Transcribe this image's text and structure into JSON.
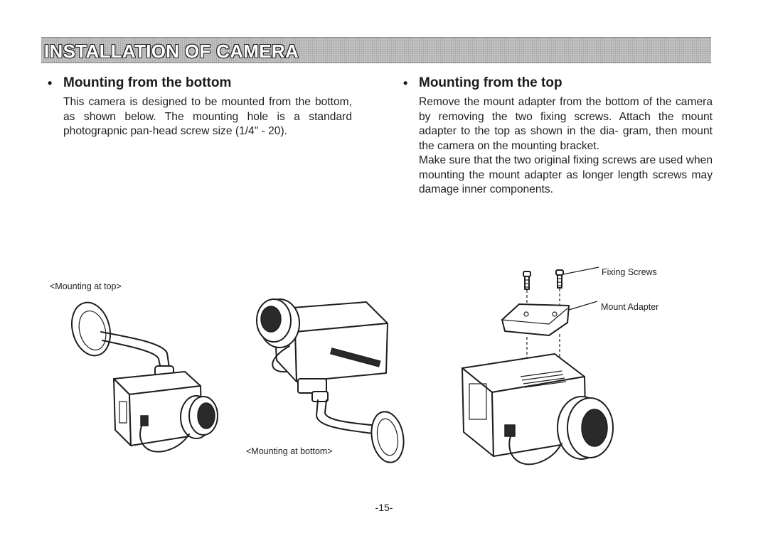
{
  "header": {
    "title": "INSTALLATION OF CAMERA"
  },
  "left_section": {
    "bullet": "•",
    "heading": "Mounting from the bottom",
    "paragraph": "This camera is designed to be mounted from the bottom, as shown below. The mounting hole is a standard photograpnic pan-head screw size (1/4\" - 20)."
  },
  "right_section": {
    "bullet": "•",
    "heading": "Mounting from the top",
    "paragraph1": "Remove the mount adapter from the bottom of the camera by removing the two fixing screws. Attach the mount adapter to the top as shown in the dia- gram, then mount the camera on the mounting bracket.",
    "paragraph2": "Make sure that the two original fixing screws are used when mounting the mount adapter as longer length screws may damage inner components."
  },
  "figures": {
    "label_mount_top": "<Mounting at top>",
    "label_mount_bottom": "<Mounting at bottom>",
    "label_fixing_screws": "Fixing Screws",
    "label_mount_adapter": "Mount Adapter"
  },
  "footer": {
    "page_number": "-15-"
  }
}
